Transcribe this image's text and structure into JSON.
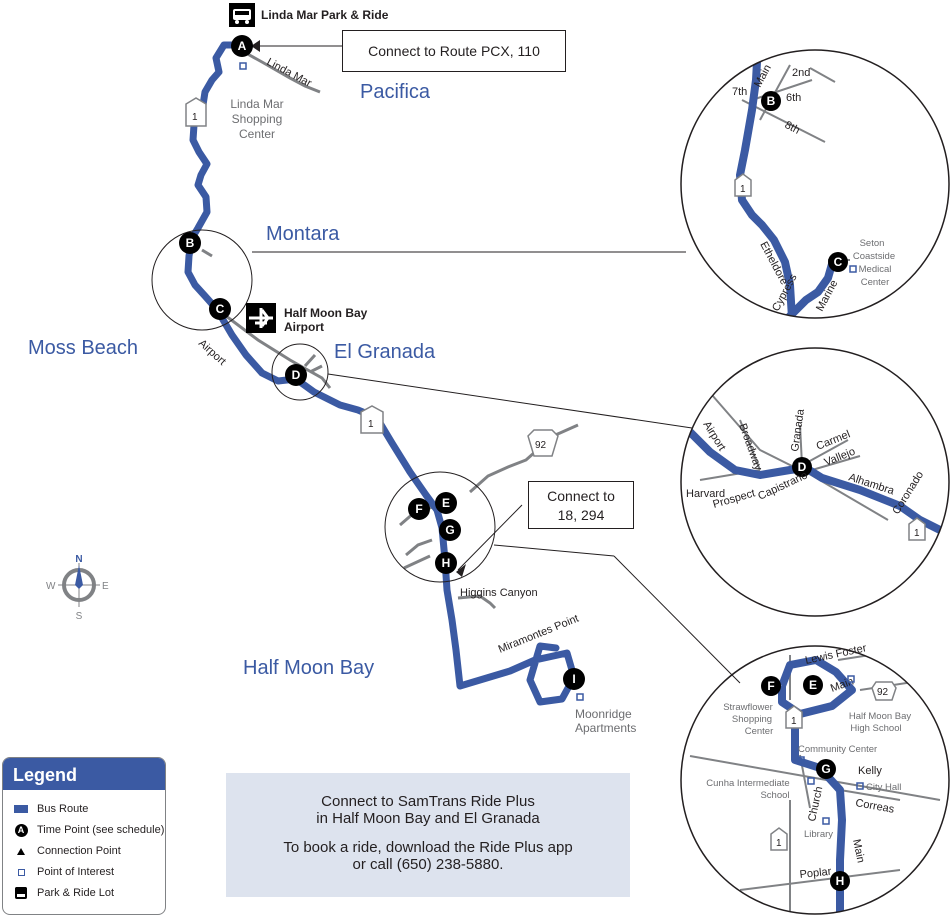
{
  "colors": {
    "route": "#3b5aa3",
    "road": "#808285",
    "city_label": "#3b5aa3",
    "legend_header": "#3b5aa3",
    "ride_plus_bg": "#dde3ee"
  },
  "park_ride": {
    "label": "Linda Mar Park & Ride",
    "icon": "bus-icon"
  },
  "airport": {
    "name_line1": "Half Moon Bay",
    "name_line2": "Airport",
    "icon": "airplane-icon"
  },
  "callouts": {
    "route_a": "Connect to Route PCX, 110",
    "route_h_line1": "Connect to",
    "route_h_line2": "18, 294"
  },
  "cities": {
    "pacifica": "Pacifica",
    "montara": "Montara",
    "moss_beach": "Moss Beach",
    "el_granada": "El Granada",
    "half_moon_bay": "Half Moon Bay"
  },
  "time_points": [
    "A",
    "B",
    "C",
    "D",
    "E",
    "F",
    "G",
    "H",
    "I"
  ],
  "highways": {
    "hwy1": "1",
    "hwy92": "92"
  },
  "streets": {
    "linda_mar": "Linda Mar",
    "airport": "Airport",
    "higgins_canyon": "Higgins Canyon",
    "miramontes_point": "Miramontes Point",
    "second": "2nd",
    "main": "Main",
    "seventh": "7th",
    "sixth": "6th",
    "eighth": "8th",
    "etheldore": "Etheldore",
    "cypress": "Cypress",
    "marine": "Marine",
    "granada": "Granada",
    "broadway": "Broadway",
    "carmel": "Carmel",
    "vallejo": "Vallejo",
    "alhambra": "Alhambra",
    "coronado": "Coronado",
    "harvard": "Harvard",
    "prospect": "Prospect",
    "capistrano": "Capistrano",
    "lewis_foster": "Lewis Foster",
    "kelly": "Kelly",
    "correas": "Correas",
    "church": "Church",
    "poplar": "Poplar"
  },
  "pois": {
    "linda_mar_sc": [
      "Linda Mar",
      "Shopping",
      "Center"
    ],
    "moonridge": [
      "Moonridge",
      "Apartments"
    ],
    "seton": [
      "Seton",
      "Coastside",
      "Medical",
      "Center"
    ],
    "strawflower": [
      "Strawflower",
      "Shopping",
      "Center"
    ],
    "hmb_high": [
      "Half Moon Bay",
      "High School"
    ],
    "community_center": "Community Center",
    "cunha": [
      "Cunha Intermediate",
      "School"
    ],
    "city_hall": "City Hall",
    "library": "Library"
  },
  "compass": {
    "n": "N",
    "s": "S",
    "e": "E",
    "w": "W"
  },
  "legend": {
    "title": "Legend",
    "items": [
      {
        "label": "Bus Route",
        "icon": "route-line-icon"
      },
      {
        "label": "Time Point (see schedule)",
        "icon": "time-point-icon",
        "glyph": "A"
      },
      {
        "label": "Connection Point",
        "icon": "triangle-icon"
      },
      {
        "label": "Point of Interest",
        "icon": "poi-square-icon"
      },
      {
        "label": "Park & Ride Lot",
        "icon": "bus-icon"
      }
    ]
  },
  "ride_plus": {
    "line1": "Connect to SamTrans Ride Plus",
    "line2": "in Half Moon Bay and El Granada",
    "line3": "To book a ride, download the Ride Plus app",
    "line4": "or call (650) 238-5880."
  }
}
